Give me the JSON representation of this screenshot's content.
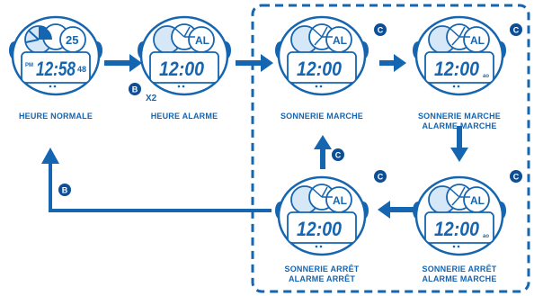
{
  "colors": {
    "primary": "#1565b0",
    "fill_light": "#d6e7f7",
    "arrow": "#1565b0",
    "button_fill": "#0d4f96"
  },
  "states": [
    {
      "id": "normal",
      "line1": "HEURE NORMALE",
      "line2": "",
      "display_time": "12:58",
      "display_seconds": "48",
      "top_right": "25",
      "pm_indicator": "PM",
      "sub_text": "",
      "button": ""
    },
    {
      "id": "alarm_time",
      "line1": "HEURE ALARME",
      "line2": "",
      "display_time": "12:00",
      "display_seconds": "",
      "top_right": "AL",
      "pm_indicator": "",
      "sub_text": "",
      "button": "B"
    },
    {
      "id": "ring_on",
      "line1": "SONNERIE MARCHE",
      "line2": "",
      "display_time": "12:00",
      "display_seconds": "",
      "top_right": "AL",
      "pm_indicator": "",
      "sub_text": "",
      "button": "C"
    },
    {
      "id": "ring_on_alarm_on",
      "line1": "SONNERIE MARCHE",
      "line2": "ALARME MARCHE",
      "display_time": "12:00",
      "display_seconds": "",
      "top_right": "AL",
      "pm_indicator": "",
      "sub_text": "ao",
      "button": "C"
    },
    {
      "id": "ring_off_alarm_on",
      "line1": "SONNERIE ARRÊT",
      "line2": "ALARME MARCHE",
      "display_time": "12:00",
      "display_seconds": "",
      "top_right": "AL",
      "pm_indicator": "",
      "sub_text": "ao",
      "button": "C"
    },
    {
      "id": "ring_off_alarm_off",
      "line1": "SONNERIE ARRÊT",
      "line2": "ALARME ARRÊT",
      "display_time": "12:00",
      "display_seconds": "",
      "top_right": "AL",
      "pm_indicator": "",
      "sub_text": "",
      "button": "C"
    }
  ],
  "transitions": {
    "press_b_label": "B",
    "press_x2_label": "X2",
    "press_c_label": "C",
    "return_b_label": "B"
  }
}
